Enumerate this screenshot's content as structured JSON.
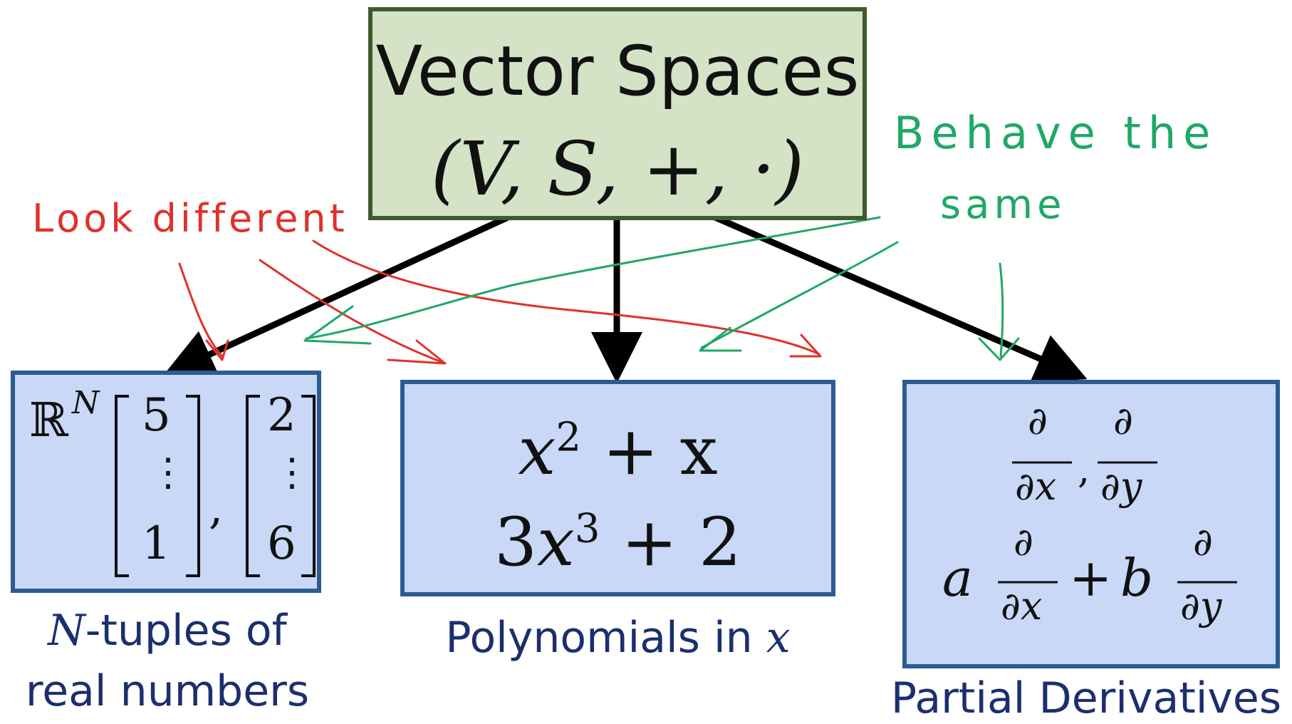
{
  "root": {
    "title": "Vector Spaces",
    "tuple": "(V, S, +, ·)"
  },
  "examples": [
    {
      "set_symbol": "ℝ",
      "set_superscript": "N",
      "vector1": [
        "5",
        "⋮",
        "1"
      ],
      "vector2": [
        "2",
        "⋮",
        "6"
      ],
      "separator": ",",
      "caption_var": "N",
      "caption_line1": "-tuples of",
      "caption_line2": "real numbers"
    },
    {
      "line1_base": "x",
      "line1_exp": "2",
      "line1_rest": "+ x",
      "line2_coef": "3",
      "line2_base": "x",
      "line2_exp": "3",
      "line2_rest": "+ 2",
      "caption_text": "Polynomials in ",
      "caption_var": "x"
    },
    {
      "partial": "∂",
      "dx": "∂x",
      "dy": "∂y",
      "separator": ",",
      "coef_a": "a",
      "plus": "+",
      "coef_b": "b",
      "caption_text": "Partial Derivatives"
    }
  ],
  "annotations": {
    "look_different": "Look different",
    "behave_line1": "Behave the",
    "behave_line2": "same"
  },
  "colors": {
    "root_fill": "#d4e2c6",
    "root_border": "#3f5a2c",
    "child_fill": "#c8d8f6",
    "child_border": "#2d5a92",
    "caption": "#1b2f6e",
    "red_ink": "#e0312b",
    "green_ink": "#1fa866",
    "arrow": "#000000"
  }
}
